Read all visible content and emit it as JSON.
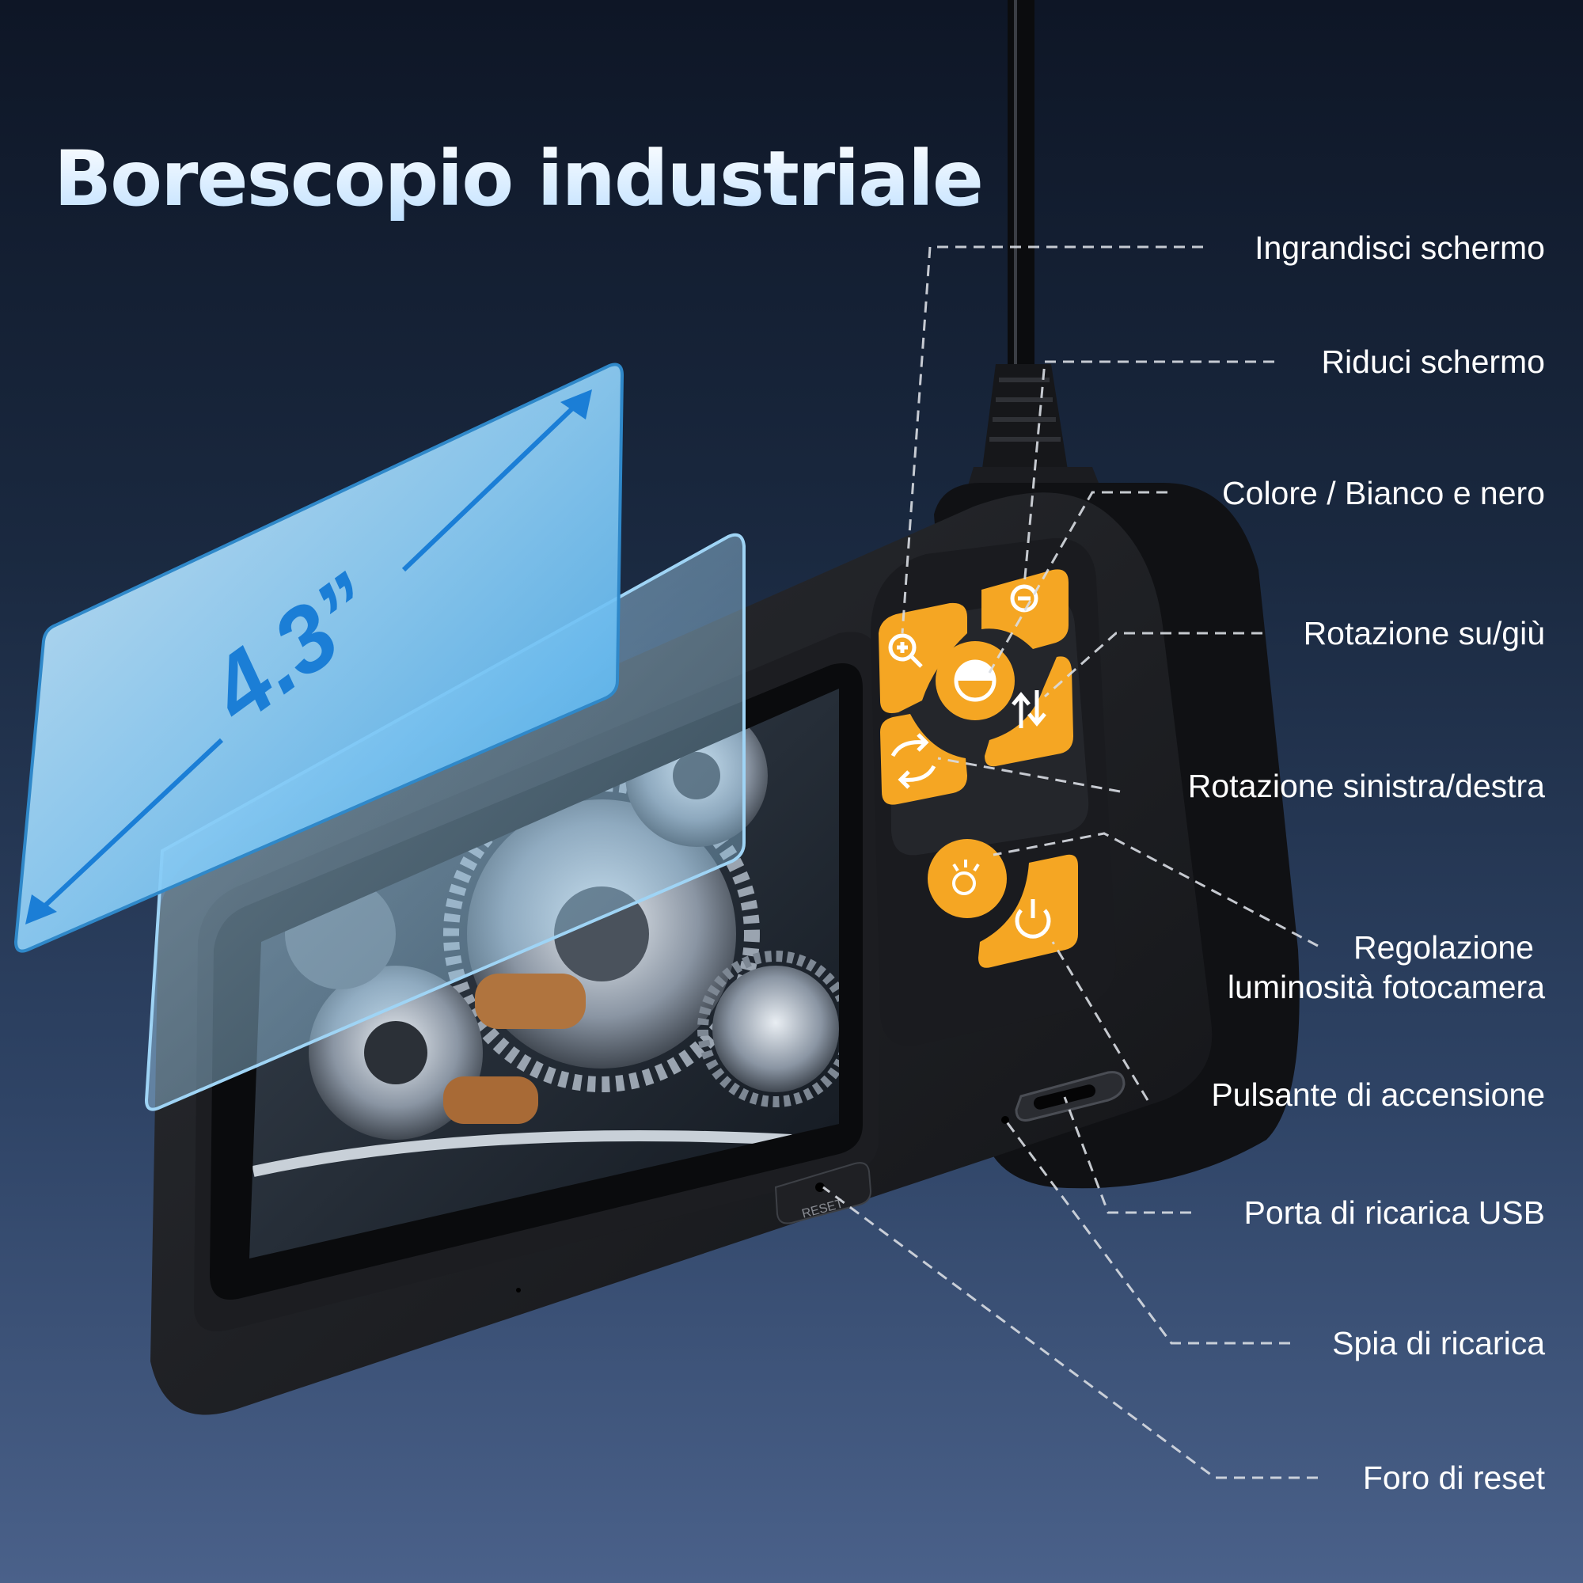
{
  "title": "Borescopio industriale",
  "screen_size_label": "4.3”",
  "reset_label": "RESET",
  "accent_color": "#f5a623",
  "screen_color": "#7cc8f5",
  "callouts": [
    {
      "label": "Ingrandisci schermo"
    },
    {
      "label": "Riduci schermo"
    },
    {
      "label": "Colore / Bianco e nero"
    },
    {
      "label": "Rotazione su/giù"
    },
    {
      "label": "Rotazione sinistra/destra"
    },
    {
      "line1": "Regolazione",
      "line2": "luminosità fotocamera"
    },
    {
      "label": "Pulsante di accensione"
    },
    {
      "label": "Porta di ricarica USB"
    },
    {
      "label": "Spia di ricarica"
    },
    {
      "label": "Foro di reset"
    }
  ],
  "icons": {
    "zoom_in": "zoom-in-icon",
    "zoom_out": "zoom-out-icon",
    "color_mode": "half-circle-icon",
    "flip": "up-down-arrows-icon",
    "rotate": "rotate-arrows-icon",
    "brightness": "light-bulb-icon",
    "power": "power-icon"
  }
}
